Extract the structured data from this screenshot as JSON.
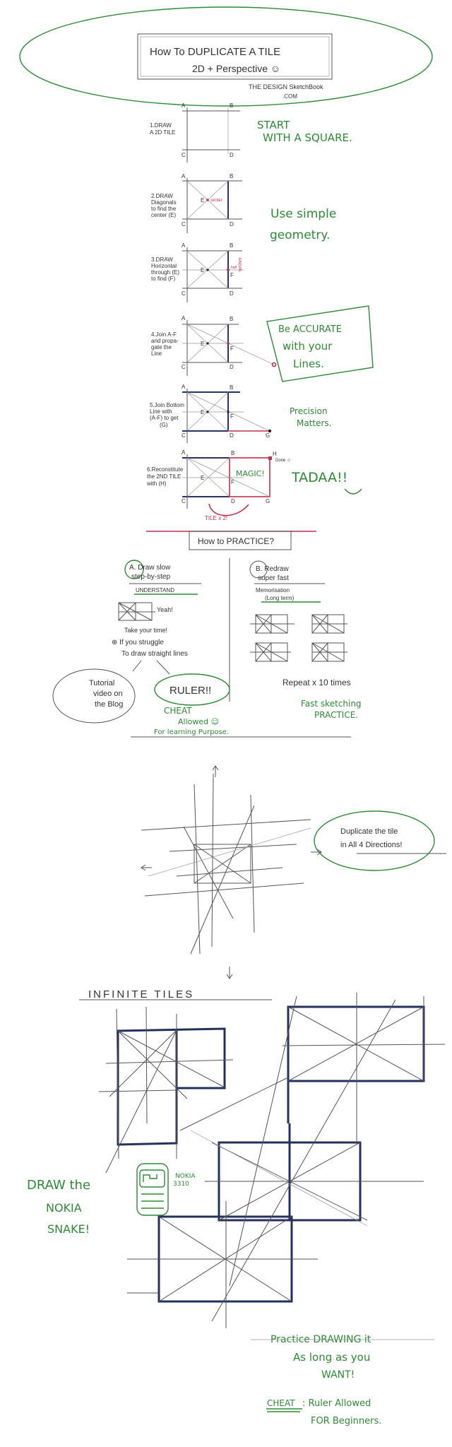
{
  "header": {
    "title": "How To DUPLICATE A TILE",
    "subtitle": "2D + Perspective ☺",
    "credit": "THE DESIGN SketchBook",
    "credit_domain": ".COM"
  },
  "points": {
    "a": "A",
    "b": "B",
    "c": "C",
    "d": "D",
    "e": "E",
    "f": "F",
    "g": "G",
    "h": "H"
  },
  "steps": [
    {
      "lines": [
        "1.DRAW",
        "A 2D TILE"
      ],
      "note": [
        "START",
        "WITH A SQUARE."
      ]
    },
    {
      "lines": [
        "2.DRAW",
        "Diagonals",
        "to find the",
        "center (E)"
      ],
      "note": [
        "Use simple",
        "geometry."
      ],
      "annotation": "center"
    },
    {
      "lines": [
        "3.DRAW",
        "Horizontal",
        "through (E)",
        "to find (F)"
      ],
      "annotation": "half",
      "annotation2": "EAQUAL"
    },
    {
      "lines": [
        "4.Join A-F",
        "and propa-",
        "gate the",
        "Line"
      ],
      "note": [
        "Be ACCURATE",
        "with your",
        "Lines."
      ]
    },
    {
      "lines": [
        "5.Join Bottom",
        "Line with",
        "(A-F) to get",
        "(G)"
      ],
      "note": [
        "Precision",
        "Matters."
      ]
    },
    {
      "lines": [
        "6.Reconstitute",
        "the 2ND TILE",
        "with (H)"
      ],
      "note": [
        "TADAA!!"
      ],
      "magic": "MAGIC!",
      "done": "Done ☺",
      "tile_x2": "TILE x 2!"
    }
  ],
  "practice": {
    "heading": "How to PRACTICE?",
    "a": {
      "title": [
        "A. Draw slow",
        "step-by-step"
      ],
      "subtitle": "UNDERSTAND",
      "yeah": "Yeah!",
      "tips": [
        "Take your time!",
        "⊕ If you struggle",
        "To draw straight lines"
      ],
      "tutorial": [
        "Tutorial",
        "video on",
        "the Blog"
      ],
      "ruler": "RULER!!",
      "cheat": [
        "CHEAT",
        "Allowed ☺",
        "For learning Purpose."
      ]
    },
    "b": {
      "title": [
        "B. Redraw",
        "super fast"
      ],
      "subtitle": [
        "Memorisation",
        "(Long term)"
      ],
      "repeat": "Repeat x 10 times",
      "note": [
        "Fast sketching",
        "PRACTICE."
      ]
    }
  },
  "perspective": {
    "bubble": [
      "Duplicate the tile",
      "in All 4 Directions!"
    ]
  },
  "infinite": {
    "heading": "INFINITE TILES",
    "snake": [
      "DRAW the",
      "NOKIA",
      "SNAKE!"
    ],
    "phone": [
      "NOKIA",
      "3310"
    ],
    "closing": [
      "Practice DRAWING it",
      "As long as you",
      "WANT!"
    ],
    "cheat_label": "CHEAT",
    "cheat_text": [
      ": Ruler Allowed",
      "FOR Beginners."
    ]
  },
  "colors": {
    "green": "#2e8b35",
    "navy": "#2b3266",
    "red": "#c0304a",
    "pencil": "#555555"
  }
}
